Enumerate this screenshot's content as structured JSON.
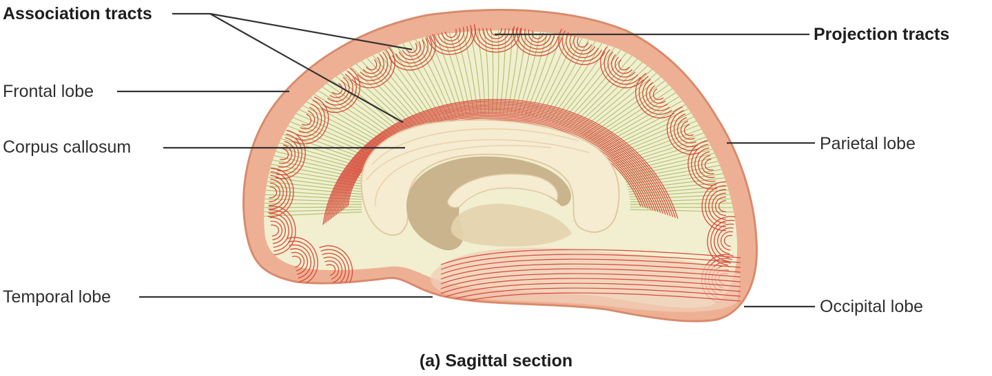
{
  "labels": {
    "association_tracts": "Association tracts",
    "projection_tracts": "Projection tracts",
    "frontal_lobe": "Frontal lobe",
    "parietal_lobe": "Parietal lobe",
    "corpus_callosum": "Corpus callosum",
    "temporal_lobe": "Temporal lobe",
    "occipital_lobe": "Occipital lobe"
  },
  "caption": "(a) Sagittal section",
  "colors": {
    "cortex": "#eeb094",
    "cortex_edge": "#d98a6c",
    "tract_red": "#d9473a",
    "tract_green": "#a9bf6e",
    "white_matter": "#f1efcf",
    "callosum": "#f5ecd2",
    "ventricle": "#c9b48d",
    "leader": "#333333"
  }
}
